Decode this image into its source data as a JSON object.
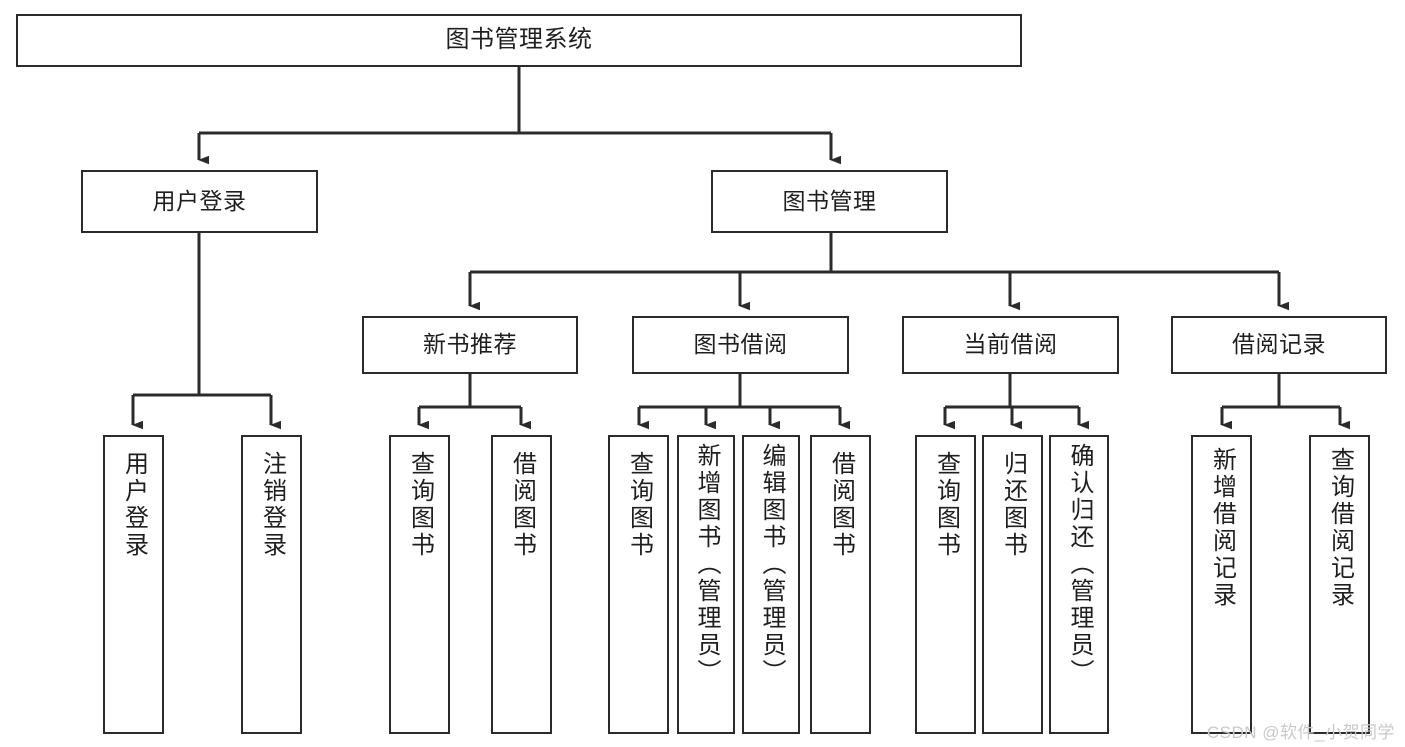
{
  "diagram": {
    "title": "图书管理系统",
    "type": "functional-structure-tree",
    "watermark": "CSDN @软件_小贺同学",
    "colors": {
      "stroke": "#2b2b2b",
      "fill": "#ffffff",
      "text": "#1f1f1f",
      "watermark": "#c9c9c9"
    },
    "levels": {
      "root": {
        "label": "图书管理系统"
      },
      "level2": [
        {
          "id": "user-login",
          "label": "用户登录"
        },
        {
          "id": "book-management",
          "label": "图书管理"
        }
      ],
      "level3": [
        {
          "id": "new-book-recommend",
          "label": "新书推荐",
          "parent": "book-management"
        },
        {
          "id": "book-borrow",
          "label": "图书借阅",
          "parent": "book-management"
        },
        {
          "id": "current-borrow",
          "label": "当前借阅",
          "parent": "book-management"
        },
        {
          "id": "borrow-record",
          "label": "借阅记录",
          "parent": "book-management"
        }
      ],
      "leaves": [
        {
          "id": "leaf-user-login",
          "label": "用户登录",
          "parent": "user-login"
        },
        {
          "id": "leaf-logout",
          "label": "注销登录",
          "parent": "user-login"
        },
        {
          "id": "leaf-query-book-1",
          "label": "查询图书",
          "parent": "new-book-recommend"
        },
        {
          "id": "leaf-borrow-book-1",
          "label": "借阅图书",
          "parent": "new-book-recommend"
        },
        {
          "id": "leaf-query-book-2",
          "label": "查询图书",
          "parent": "book-borrow"
        },
        {
          "id": "leaf-add-book",
          "label": "新增图书（管理员）",
          "parent": "book-borrow"
        },
        {
          "id": "leaf-edit-book",
          "label": "编辑图书（管理员）",
          "parent": "book-borrow"
        },
        {
          "id": "leaf-borrow-book-2",
          "label": "借阅图书",
          "parent": "book-borrow"
        },
        {
          "id": "leaf-query-book-3",
          "label": "查询图书",
          "parent": "current-borrow"
        },
        {
          "id": "leaf-return-book",
          "label": "归还图书",
          "parent": "current-borrow"
        },
        {
          "id": "leaf-confirm-return",
          "label": "确认归还（管理员）",
          "parent": "current-borrow"
        },
        {
          "id": "leaf-add-record",
          "label": "新增借阅记录",
          "parent": "borrow-record"
        },
        {
          "id": "leaf-query-record",
          "label": "查询借阅记录",
          "parent": "borrow-record"
        }
      ]
    }
  }
}
